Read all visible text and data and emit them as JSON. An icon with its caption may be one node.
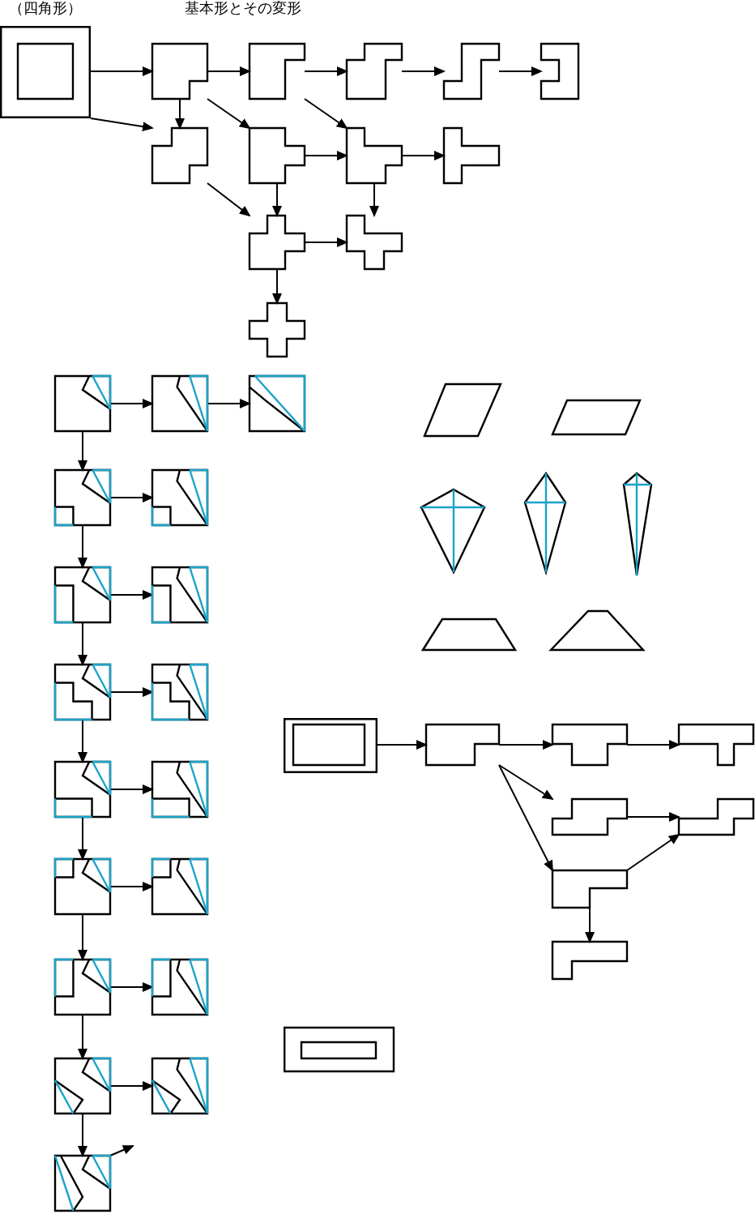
{
  "diagram": {
    "nodes": [
      {
        "text": [],
        "shape": "box",
        "beside": [
          "（四角形）"
        ]
      },
      {
        "text": [],
        "shape": "polygon"
      },
      {
        "text": [],
        "shape": "polygon"
      },
      {
        "text": [],
        "shape": "polygon"
      },
      {
        "text": [],
        "shape": "polygon"
      },
      {
        "text": [],
        "shape": "polygon"
      },
      {
        "text": [],
        "shape": "polygon"
      },
      {
        "text": [],
        "shape": "polygon"
      },
      {
        "text": [],
        "shape": "polygon"
      },
      {
        "text": [],
        "shape": "polygon"
      },
      {
        "text": [],
        "shape": "polygon"
      },
      {
        "text": [],
        "shape": "polygon"
      },
      {
        "text": [],
        "shape": "polygon"
      },
      {
        "text": [],
        "shape": "box"
      },
      {
        "text": [],
        "shape": "box"
      },
      {
        "text": [],
        "shape": "box"
      },
      {
        "text": [],
        "shape": "box"
      },
      {
        "text": [],
        "shape": "box"
      },
      {
        "text": [],
        "shape": "box"
      },
      {
        "text": [],
        "shape": "box"
      },
      {
        "text": [],
        "shape": "box"
      },
      {
        "text": [],
        "shape": "box"
      },
      {
        "text": [],
        "shape": "box"
      },
      {
        "text": [],
        "shape": "box"
      },
      {
        "text": [],
        "shape": "box"
      },
      {
        "text": [],
        "shape": "box"
      },
      {
        "text": [],
        "shape": "box"
      },
      {
        "text": [],
        "shape": "box"
      },
      {
        "text": [],
        "shape": "box"
      },
      {
        "text": [],
        "shape": "box"
      },
      {
        "text": [],
        "shape": "box"
      },
      {
        "text": [],
        "shape": "box"
      },
      {
        "text": [],
        "shape": "polygon"
      },
      {
        "text": [],
        "shape": "polygon"
      },
      {
        "text": [],
        "shape": "polygon"
      },
      {
        "text": [],
        "shape": "polygon"
      },
      {
        "text": [],
        "shape": "polygon"
      },
      {
        "text": [],
        "shape": "polygon"
      },
      {
        "text": [],
        "shape": "polygon"
      }
    ],
    "edges": [
      {
        "from": 0,
        "to": 1,
        "arrow": "to"
      },
      {
        "from": 1,
        "to": 2,
        "arrow": "to"
      },
      {
        "from": 2,
        "to": 3,
        "arrow": "to"
      },
      {
        "from": 3,
        "to": 4,
        "arrow": "to"
      },
      {
        "from": 4,
        "to": 5,
        "arrow": "to"
      },
      {
        "from": 1,
        "to": 6,
        "arrow": "to"
      },
      {
        "from": 0,
        "to": 6,
        "arrow": "to"
      },
      {
        "from": 1,
        "to": 7,
        "arrow": "to"
      },
      {
        "from": 2,
        "to": 8,
        "arrow": "to"
      },
      {
        "from": 7,
        "to": 8,
        "arrow": "to"
      },
      {
        "from": 8,
        "to": 9,
        "arrow": "to"
      },
      {
        "from": 7,
        "to": 10,
        "arrow": "to"
      },
      {
        "from": 8,
        "to": 11,
        "arrow": "to"
      },
      {
        "from": 6,
        "to": 10,
        "arrow": "to"
      },
      {
        "from": 10,
        "to": 11,
        "arrow": "to"
      },
      {
        "from": 10,
        "to": 12,
        "arrow": "to"
      },
      {
        "from": 13,
        "to": 14,
        "arrow": "to"
      },
      {
        "from": 14,
        "to": 15,
        "arrow": "to"
      },
      {
        "from": 13,
        "to": 16,
        "arrow": "to"
      },
      {
        "from": 16,
        "to": 17,
        "arrow": "to"
      },
      {
        "from": 16,
        "to": 18,
        "arrow": "to"
      },
      {
        "from": 18,
        "to": 19,
        "arrow": "to"
      },
      {
        "from": 18,
        "to": 20,
        "arrow": "to"
      },
      {
        "from": 20,
        "to": 21,
        "arrow": "to"
      },
      {
        "from": 20,
        "to": 22,
        "arrow": "to"
      },
      {
        "from": 22,
        "to": 23,
        "arrow": "to"
      },
      {
        "from": 22,
        "to": 24,
        "arrow": "to"
      },
      {
        "from": 24,
        "to": 25,
        "arrow": "to"
      },
      {
        "from": 24,
        "to": 26,
        "arrow": "to"
      },
      {
        "from": 26,
        "to": 27,
        "arrow": "to"
      },
      {
        "from": 26,
        "to": 28,
        "arrow": "to"
      },
      {
        "from": 28,
        "to": 29,
        "arrow": "to"
      },
      {
        "from": 28,
        "to": 30,
        "arrow": "to"
      },
      {
        "from": 30,
        "to": null,
        "arrow": "to"
      },
      {
        "from": 31,
        "to": 32,
        "arrow": "to"
      },
      {
        "from": 32,
        "to": 33,
        "arrow": "to"
      },
      {
        "from": 33,
        "to": 34,
        "arrow": "to"
      },
      {
        "from": 32,
        "to": 35,
        "arrow": "to"
      },
      {
        "from": 35,
        "to": 36,
        "arrow": "to"
      },
      {
        "from": 32,
        "to": 37,
        "arrow": "to"
      },
      {
        "from": 37,
        "to": 36,
        "arrow": "to"
      },
      {
        "from": 37,
        "to": 38,
        "arrow": "to"
      }
    ],
    "labels": [
      "基本形とその変形"
    ]
  }
}
